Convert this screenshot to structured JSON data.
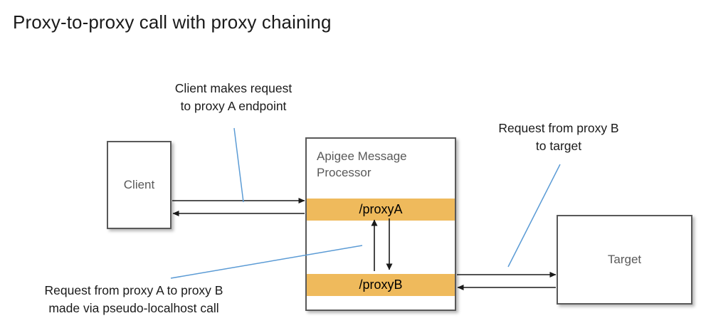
{
  "title": "Proxy-to-proxy call with proxy chaining",
  "colors": {
    "proxy_bar": "#efba5c",
    "box_border": "#595959",
    "leader_line": "#5b9bd5",
    "arrow": "#1a1a1a",
    "text": "#1a1a1a",
    "box_label_text": "#595959"
  },
  "nodes": {
    "client": {
      "label": "Client"
    },
    "message_processor": {
      "label": "Apigee Message Processor",
      "proxies": [
        {
          "label": "/proxyA"
        },
        {
          "label": "/proxyB"
        }
      ]
    },
    "target": {
      "label": "Target"
    }
  },
  "annotations": [
    {
      "id": "client-request",
      "text": "Client makes request\nto proxy A endpoint"
    },
    {
      "id": "target-request",
      "text": "Request from proxy B\nto target"
    },
    {
      "id": "chain-request",
      "text": "Request from proxy A to proxy B\nmade via pseudo-localhost call"
    }
  ],
  "connectors": [
    {
      "id": "client-to-proxya",
      "from": "client",
      "to": "proxyA",
      "direction": "right"
    },
    {
      "id": "proxya-to-client",
      "from": "proxyA",
      "to": "client",
      "direction": "left"
    },
    {
      "id": "proxya-to-proxyb",
      "from": "proxyA",
      "to": "proxyB",
      "direction": "down"
    },
    {
      "id": "proxyb-to-proxya",
      "from": "proxyB",
      "to": "proxyA",
      "direction": "up"
    },
    {
      "id": "proxyb-to-target",
      "from": "proxyB",
      "to": "target",
      "direction": "right"
    },
    {
      "id": "target-to-proxyb",
      "from": "target",
      "to": "proxyB",
      "direction": "left"
    }
  ]
}
